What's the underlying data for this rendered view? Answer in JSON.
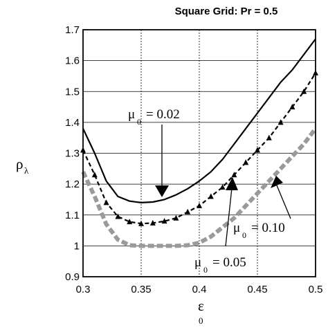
{
  "chart_data": {
    "type": "line",
    "title": "Square Grid:  Pr = 0.5",
    "xlabel": "ε",
    "xlabel_sub": "0",
    "ylabel": "ρ",
    "ylabel_sub": "λ",
    "xlim": [
      0.3,
      0.5
    ],
    "ylim": [
      0.9,
      1.7
    ],
    "xticks": [
      "0.3",
      "0.35",
      "0.4",
      "0.45",
      "0.5"
    ],
    "yticks": [
      "0.9",
      "1",
      "1.1",
      "1.2",
      "1.3",
      "1.4",
      "1.5",
      "1.6",
      "1.7"
    ],
    "grid": true,
    "series": [
      {
        "label_symbol": "μ",
        "label_sub": "0",
        "label_value": "= 0.02",
        "style": "solid",
        "color": "#000000",
        "x": [
          0.3,
          0.31,
          0.32,
          0.33,
          0.34,
          0.35,
          0.36,
          0.37,
          0.38,
          0.39,
          0.4,
          0.41,
          0.42,
          0.43,
          0.44,
          0.45,
          0.46,
          0.47,
          0.48,
          0.49,
          0.5
        ],
        "y": [
          1.38,
          1.3,
          1.21,
          1.16,
          1.145,
          1.14,
          1.142,
          1.15,
          1.165,
          1.185,
          1.21,
          1.24,
          1.28,
          1.33,
          1.38,
          1.43,
          1.48,
          1.53,
          1.57,
          1.62,
          1.67
        ]
      },
      {
        "label_symbol": "μ",
        "label_sub": "0",
        "label_value": "= 0.05",
        "style": "dashed-triangles",
        "color": "#000000",
        "x": [
          0.3,
          0.31,
          0.32,
          0.33,
          0.34,
          0.35,
          0.36,
          0.37,
          0.38,
          0.39,
          0.4,
          0.41,
          0.42,
          0.43,
          0.44,
          0.45,
          0.46,
          0.47,
          0.48,
          0.49,
          0.5
        ],
        "y": [
          1.31,
          1.23,
          1.14,
          1.095,
          1.078,
          1.072,
          1.074,
          1.08,
          1.09,
          1.11,
          1.13,
          1.16,
          1.19,
          1.23,
          1.27,
          1.31,
          1.35,
          1.4,
          1.45,
          1.5,
          1.56
        ]
      },
      {
        "label_symbol": "μ",
        "label_sub": "0",
        "label_value": "= 0.10",
        "style": "thick-gray-dashed",
        "color": "#9a9a9a",
        "x": [
          0.3,
          0.31,
          0.32,
          0.33,
          0.34,
          0.35,
          0.36,
          0.37,
          0.38,
          0.39,
          0.4,
          0.41,
          0.42,
          0.43,
          0.44,
          0.45,
          0.46,
          0.47,
          0.48,
          0.49,
          0.5
        ],
        "y": [
          1.24,
          1.16,
          1.07,
          1.02,
          1.002,
          1.0,
          1.0,
          1.0,
          1.0,
          1.002,
          1.01,
          1.03,
          1.06,
          1.09,
          1.13,
          1.17,
          1.21,
          1.25,
          1.29,
          1.33,
          1.38
        ]
      }
    ]
  }
}
